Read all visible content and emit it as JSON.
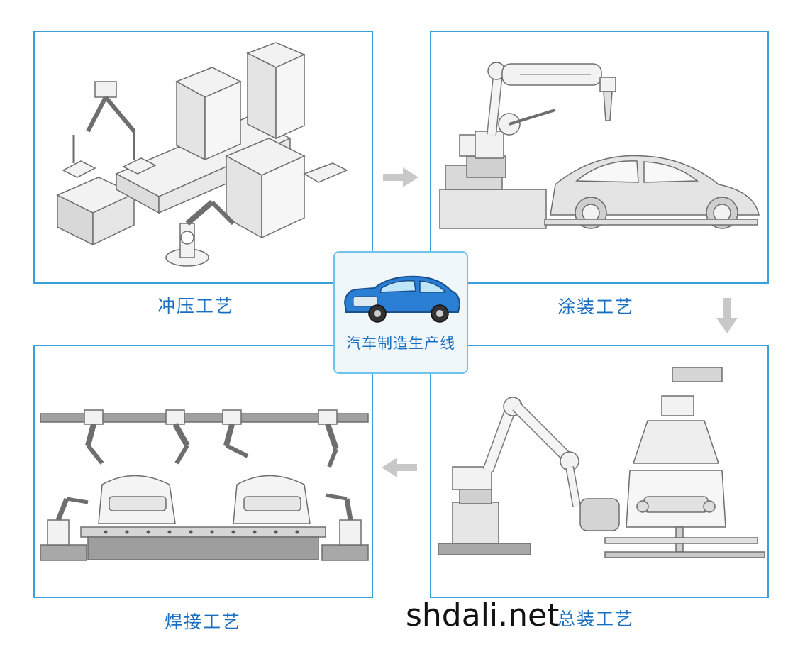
{
  "center": {
    "title": "汽车制造生产线"
  },
  "steps": [
    {
      "label": "冲压工艺"
    },
    {
      "label": "涂装工艺"
    },
    {
      "label": "总装工艺"
    },
    {
      "label": "焊接工艺"
    }
  ],
  "watermark": "shdali.net",
  "colors": {
    "border": "#3aa0dc",
    "text": "#1a6fc0",
    "arrow": "#c8c8c8",
    "car": "#2a7fd4"
  }
}
